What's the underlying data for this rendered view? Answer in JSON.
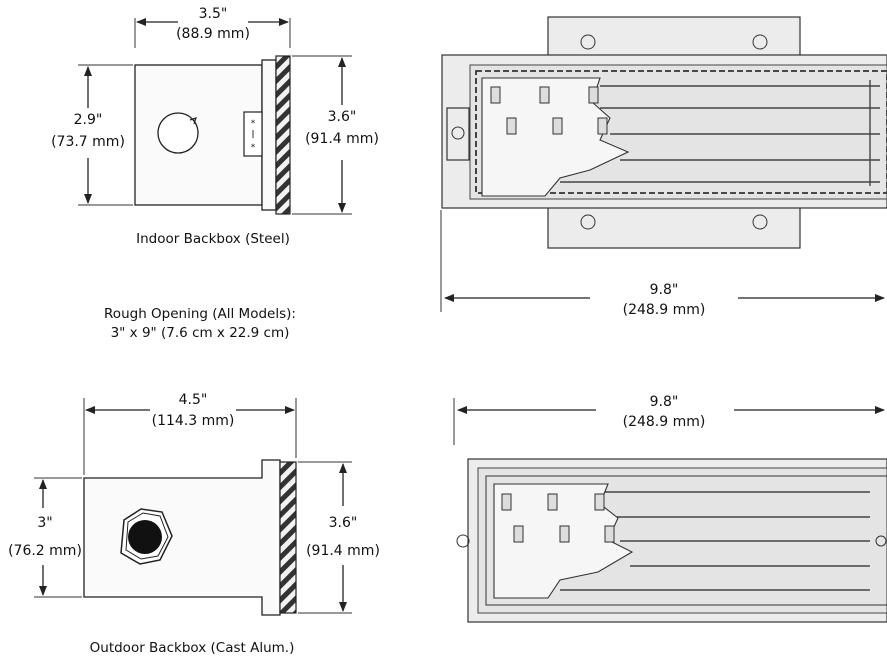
{
  "indoor": {
    "width_in": "3.5\"",
    "width_mm": "(88.9 mm)",
    "height_in": "2.9\"",
    "height_mm": "(73.7 mm)",
    "depth_in": "3.6\"",
    "depth_mm": "(91.4 mm)",
    "caption": "Indoor Backbox (Steel)",
    "faceplate_length_in": "9.8\"",
    "faceplate_length_mm": "(248.9 mm)"
  },
  "rough_opening": {
    "line1": "Rough Opening (All Models):",
    "line2": "3\" x 9\" (7.6 cm x 22.9 cm)"
  },
  "outdoor": {
    "width_in": "4.5\"",
    "width_mm": "(114.3 mm)",
    "height_in": "3\"",
    "height_mm": "(76.2 mm)",
    "depth_in": "3.6\"",
    "depth_mm": "(91.4 mm)",
    "caption": "Outdoor Backbox (Cast Alum.)",
    "faceplate_length_in": "9.8\"",
    "faceplate_length_mm": "(248.9 mm)"
  },
  "colors": {
    "line": "#222222",
    "fill_light": "#ececec",
    "background": "#ffffff"
  }
}
